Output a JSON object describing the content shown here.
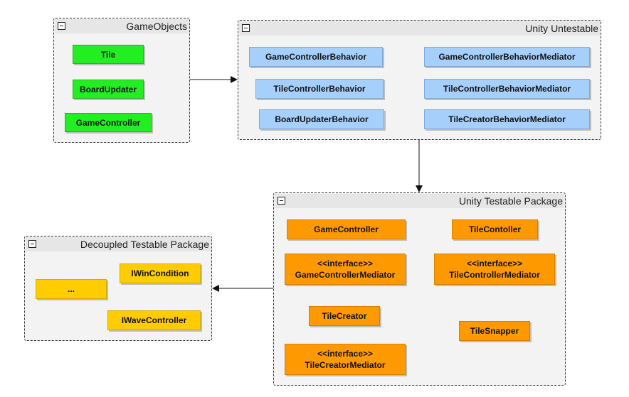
{
  "packages": {
    "game_objects": {
      "title": "GameObjects",
      "items": [
        "Tile",
        "BoardUpdater",
        "GameController"
      ]
    },
    "unity_untestable": {
      "title": "Unity Untestable",
      "items": [
        "GameControllerBehavior",
        "GameControllerBehaviorMediator",
        "TileControllerBehavior",
        "TileControllerBehaviorMediator",
        "BoardUpdaterBehavior",
        "TileCreatorBehaviorMediator"
      ]
    },
    "unity_testable": {
      "title": "Unity Testable Package",
      "items": [
        {
          "stereotype": "",
          "name": "GameController"
        },
        {
          "stereotype": "",
          "name": "TileContoller"
        },
        {
          "stereotype": "<<interface>>",
          "name": "GameControllerMediator"
        },
        {
          "stereotype": "<<interface>>",
          "name": "TileControllerMediator"
        },
        {
          "stereotype": "",
          "name": "TileCreator"
        },
        {
          "stereotype": "",
          "name": "TileSnapper"
        },
        {
          "stereotype": "<<interface>>",
          "name": "TileCreatorMediator"
        }
      ]
    },
    "decoupled_testable": {
      "title": "Decoupled Testable Package",
      "items": [
        "IWinCondition",
        "...",
        "IWaveController"
      ]
    }
  },
  "colors": {
    "game_objects": "#22ee22",
    "unity_untestable": "#a6d0fb",
    "unity_testable": "#ff9900",
    "decoupled_testable": "#ffcc00"
  }
}
